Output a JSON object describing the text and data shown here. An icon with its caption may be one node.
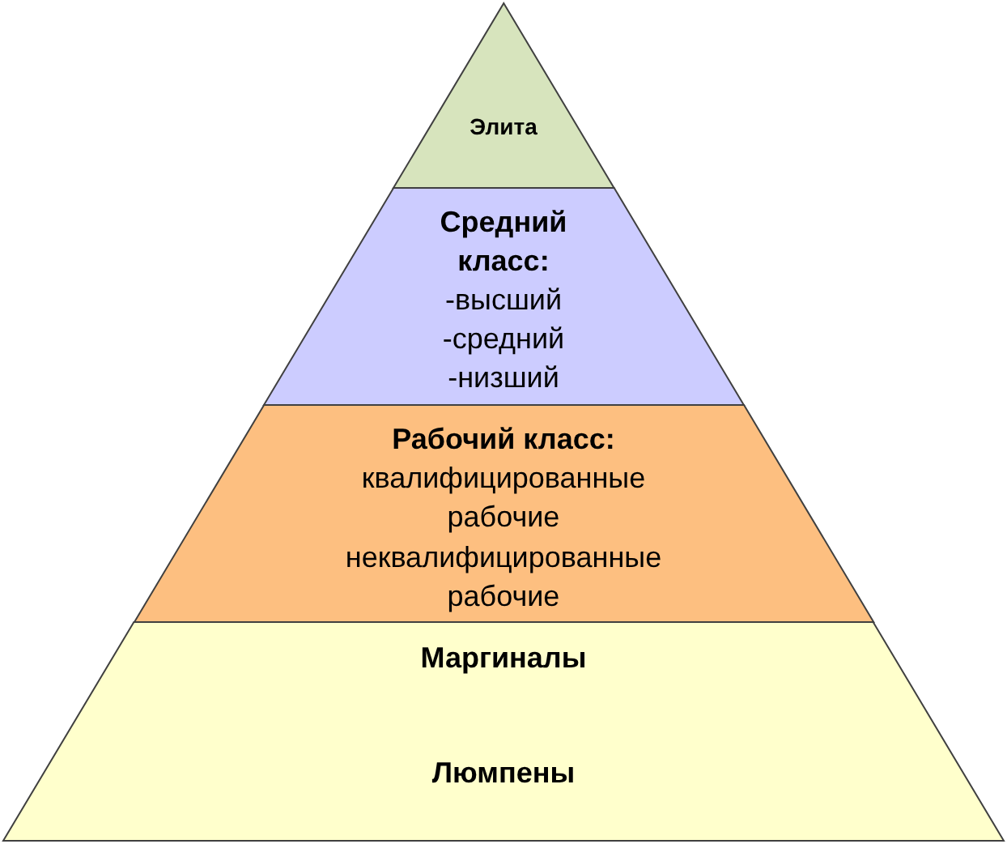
{
  "diagram": {
    "nodes": [
      {
        "text": [
          "Элита"
        ]
      },
      {
        "text": [
          "Средний класс:",
          "-высший",
          "-средний",
          "-низший"
        ]
      },
      {
        "text": [
          "Рабочий класс:",
          "квалифицированные рабочие",
          "неквалифицированные рабочие"
        ]
      },
      {
        "text": [
          "Маргиналы",
          "Люмпены"
        ]
      }
    ]
  }
}
